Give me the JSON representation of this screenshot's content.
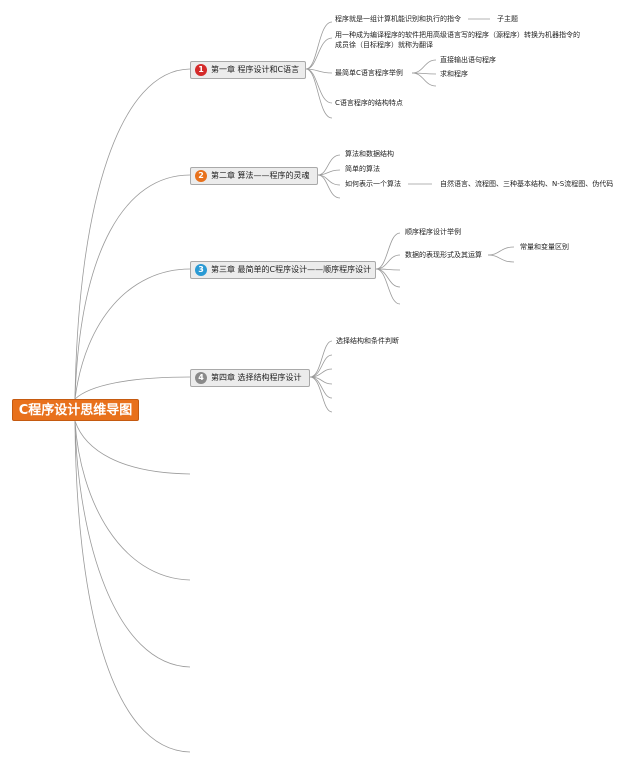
{
  "root": {
    "label": "C程序设计思维导图"
  },
  "colors": {
    "root_fill": "#e8711c",
    "chapter_fill": "#ececec",
    "line": "#9a9a9a",
    "badge_1": "#d42a2a",
    "badge_2": "#e8711c",
    "badge_3": "#2a9ad4",
    "badge_4": "#8a8a8a"
  },
  "chapters": [
    {
      "number": "1",
      "label": "第一章 程序设计和C语言",
      "items": {
        "program_def": "程序就是一组计算机能识别和执行的指令",
        "subtopic": "子主题",
        "compiler_line1": "用一种成为编译程序的软件把用高级语言写的程序（源程序）转换为机器指令的",
        "compiler_line2": "成员徐（目标程序）就称为翻译",
        "simplest_example": "最简单C语言程序举例",
        "direct_output": "直接输出语句程序",
        "sum_program": "求和程序",
        "structure_features": "C语言程序的结构特点"
      }
    },
    {
      "number": "2",
      "label": "第二章 算法——程序的灵魂",
      "items": {
        "algo_data": "算法和数据结构",
        "simple_algo": "简单的算法",
        "represent": "如何表示一个算法",
        "methods": "自然语言、流程图、三种基本结构、N-S流程图、伪代码"
      }
    },
    {
      "number": "3",
      "label": "第三章 最简单的C程序设计——顺序程序设计",
      "items": {
        "seq_example": "顺序程序设计举例",
        "data_forms": "数据的表现形式及其运算",
        "const_var": "常量和变量区别"
      }
    },
    {
      "number": "4",
      "label": "第四章 选择结构程序设计",
      "items": {
        "select_cond": "选择结构和条件判断"
      }
    }
  ]
}
